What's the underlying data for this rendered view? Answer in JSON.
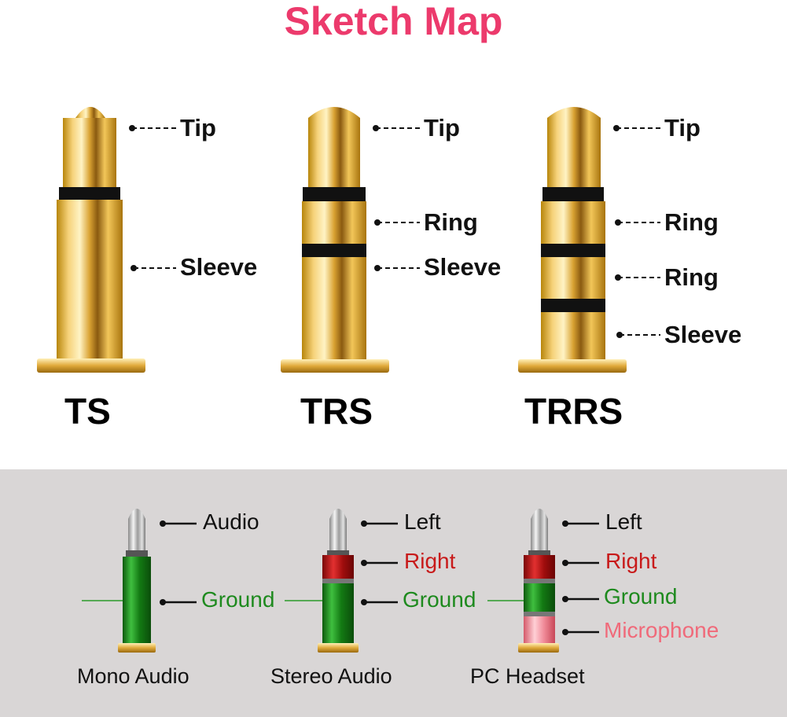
{
  "title": "Sketch Map",
  "connectors": [
    {
      "name": "TS",
      "parts": [
        "Tip",
        "Sleeve"
      ]
    },
    {
      "name": "TRS",
      "parts": [
        "Tip",
        "Ring",
        "Sleeve"
      ]
    },
    {
      "name": "TRRS",
      "parts": [
        "Tip",
        "Ring",
        "Ring",
        "Sleeve"
      ]
    }
  ],
  "uses": [
    {
      "caption": "Mono Audio",
      "labels": [
        "Audio",
        "Ground"
      ]
    },
    {
      "caption": "Stereo Audio",
      "labels": [
        "Left",
        "Right",
        "Ground"
      ]
    },
    {
      "caption": "PC Headset",
      "labels": [
        "Left",
        "Right",
        "Ground",
        "Microphone"
      ]
    }
  ],
  "colors": {
    "title": "#ec3a6c",
    "gold": "#e8b93c",
    "ring_band": "#111111",
    "left_audio": "#111111",
    "right": "#c81a1a",
    "ground": "#1e8a1e",
    "microphone": "#f06a7a",
    "background_bottom": "#d9d6d6"
  }
}
